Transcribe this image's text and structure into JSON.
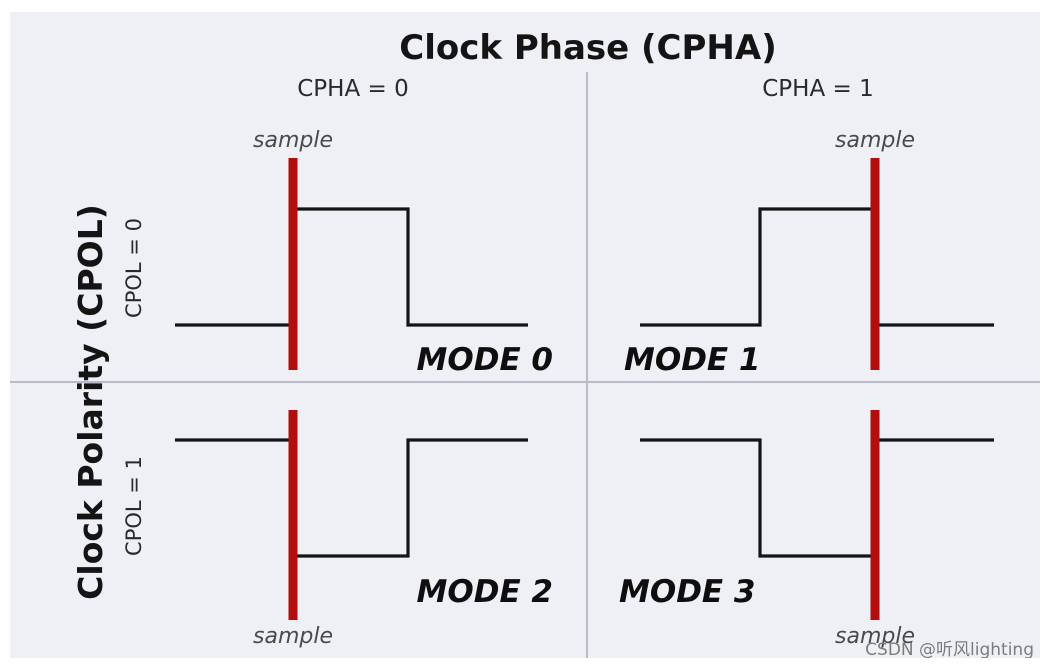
{
  "title": "Clock Phase (CPHA)",
  "row_axis_label": "Clock Polarity (CPOL)",
  "columns": [
    {
      "label": "CPHA = 0"
    },
    {
      "label": "CPHA = 1"
    }
  ],
  "rows": [
    {
      "label": "CPOL = 0"
    },
    {
      "label": "CPOL = 1"
    }
  ],
  "modes": [
    {
      "label": "MODE 0",
      "cpol": 0,
      "cpha": 0,
      "sample_label": "sample"
    },
    {
      "label": "MODE 1",
      "cpol": 0,
      "cpha": 1,
      "sample_label": "sample"
    },
    {
      "label": "MODE 2",
      "cpol": 1,
      "cpha": 0,
      "sample_label": "sample"
    },
    {
      "label": "MODE 3",
      "cpol": 1,
      "cpha": 1,
      "sample_label": "sample"
    }
  ],
  "colors": {
    "sample_edge": "#b40d0d",
    "waveform": "#141414",
    "panel_background": "#eef0f5"
  },
  "watermark": "CSDN @听风lighting"
}
